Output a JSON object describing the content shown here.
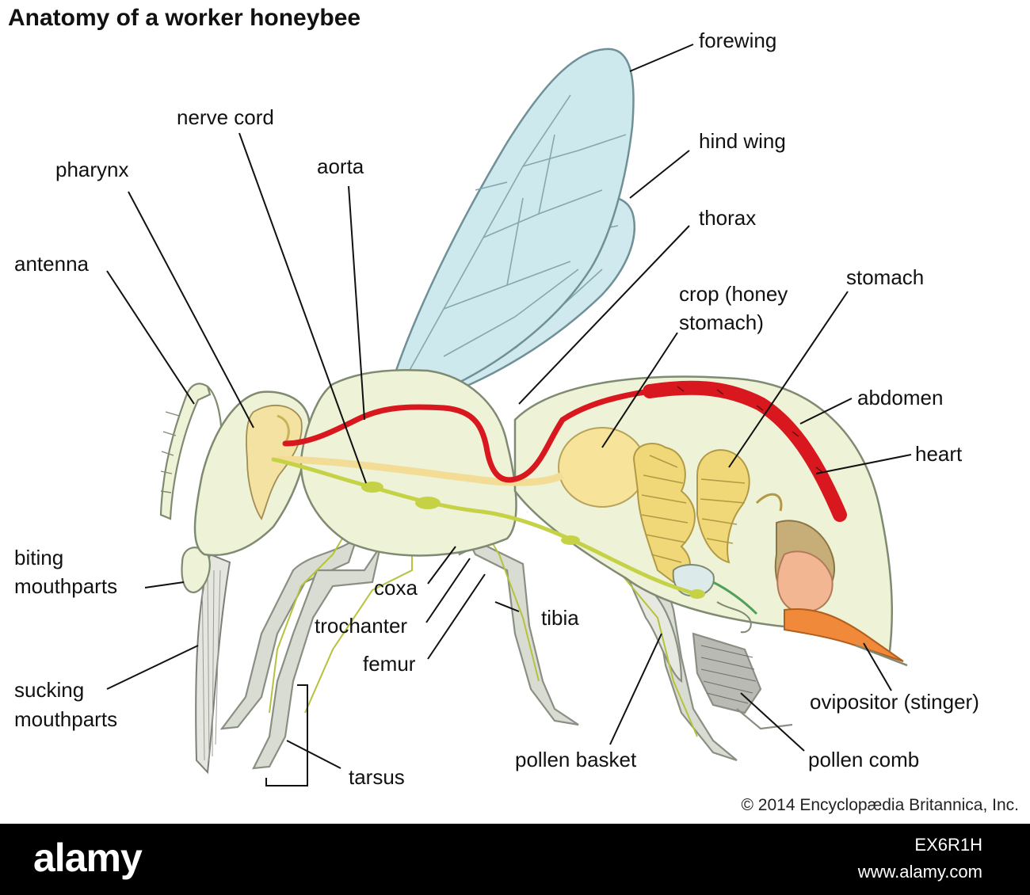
{
  "title": "Anatomy of a worker honeybee",
  "labels": {
    "forewing": "forewing",
    "nerve_cord": "nerve cord",
    "hind_wing": "hind wing",
    "pharynx": "pharynx",
    "aorta": "aorta",
    "thorax": "thorax",
    "antenna": "antenna",
    "stomach": "stomach",
    "crop_line1": "crop (honey",
    "crop_line2": "stomach)",
    "abdomen": "abdomen",
    "heart": "heart",
    "biting_line1": "biting",
    "biting_line2": "mouthparts",
    "coxa": "coxa",
    "tibia": "tibia",
    "trochanter": "trochanter",
    "femur": "femur",
    "ovipositor": "ovipositor (stinger)",
    "sucking_line1": "sucking",
    "sucking_line2": "mouthparts",
    "pollen_basket": "pollen basket",
    "pollen_comb": "pollen comb",
    "tarsus": "tarsus"
  },
  "copyright": "© 2014 Encyclopædia Britannica, Inc.",
  "footer": {
    "brand": "alamy",
    "image_id": "EX6R1H",
    "site": "www.alamy.com"
  },
  "colors": {
    "body": "#eef2d6",
    "body_outline": "#7f8a72",
    "wing": "#cde9ee",
    "wing_vein": "#7fa3a8",
    "aorta_heart": "#d8181e",
    "nerve": "#c5d246",
    "gut": "#f7e39a",
    "coil": "#f0d879",
    "leg": "#d9dcd2",
    "ovipositor": "#f08a3a"
  }
}
